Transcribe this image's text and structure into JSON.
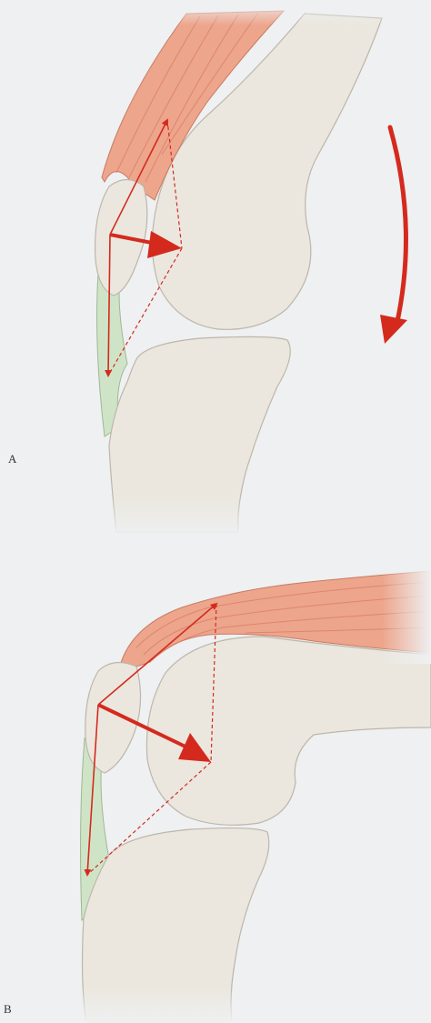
{
  "panels": [
    {
      "label": "A"
    },
    {
      "label": "B"
    }
  ],
  "colors": {
    "background": "#eef0f1",
    "bone_fill": "#ebe7de",
    "bone_stroke": "#bdb6aa",
    "muscle_fill": "#eda58c",
    "muscle_fiber": "#d97f66",
    "tendon_fill": "#cfe4c7",
    "tendon_stroke": "#9db895",
    "arrow": "#d42a1e"
  },
  "icons": {
    "rotation_arrow": "curved-arrow-down"
  }
}
